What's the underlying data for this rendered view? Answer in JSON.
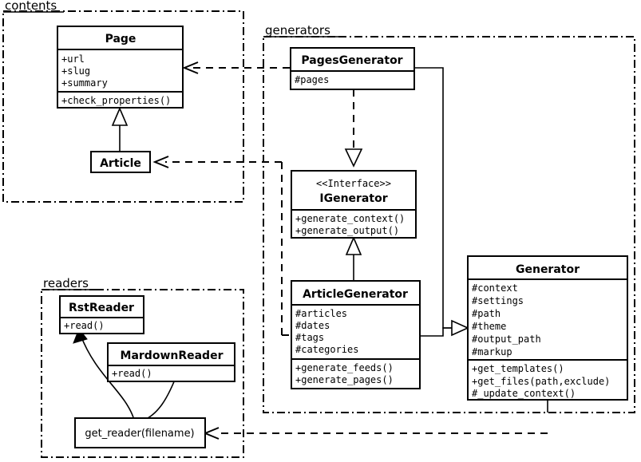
{
  "diagram": {
    "title": "Pelican architecture UML class diagram",
    "type": "uml-class-diagram",
    "background_color": "#ffffff",
    "line_color": "#000000"
  },
  "packages": [
    {
      "id": "contents",
      "label": "contents"
    },
    {
      "id": "generators",
      "label": "generators"
    },
    {
      "id": "readers",
      "label": "readers"
    }
  ],
  "classes": [
    {
      "id": "page",
      "package": "contents",
      "name": "Page",
      "stereotype": "",
      "attributes": [
        "+url",
        "+slug",
        "+summary"
      ],
      "methods": [
        "+check_properties()"
      ]
    },
    {
      "id": "article",
      "package": "contents",
      "name": "Article",
      "stereotype": "",
      "attributes": [],
      "methods": []
    },
    {
      "id": "pagesgenerator",
      "package": "generators",
      "name": "PagesGenerator",
      "stereotype": "",
      "attributes": [
        "#pages"
      ],
      "methods": []
    },
    {
      "id": "igenerator",
      "package": "generators",
      "name": "IGenerator",
      "stereotype": "<<Interface>>",
      "attributes": [],
      "methods": [
        "+generate_context()",
        "+generate_output()"
      ]
    },
    {
      "id": "articlegenerator",
      "package": "generators",
      "name": "ArticleGenerator",
      "stereotype": "",
      "attributes": [
        "#articles",
        "#dates",
        "#tags",
        "#categories"
      ],
      "methods": [
        "+generate_feeds()",
        "+generate_pages()"
      ]
    },
    {
      "id": "generator",
      "package": "generators",
      "name": "Generator",
      "stereotype": "",
      "attributes": [
        "#context",
        "#settings",
        "#path",
        "#theme",
        "#output_path",
        "#markup"
      ],
      "methods": [
        "+get_templates()",
        "+get_files(path,exclude)",
        "#_update_context()"
      ]
    },
    {
      "id": "rstreader",
      "package": "readers",
      "name": "RstReader",
      "stereotype": "",
      "attributes": [],
      "methods": [
        "+read()"
      ]
    },
    {
      "id": "mardownreader",
      "package": "readers",
      "name": "MardownReader",
      "stereotype": "",
      "attributes": [],
      "methods": [
        "+read()"
      ]
    }
  ],
  "functions": [
    {
      "id": "get_reader",
      "package": "readers",
      "label": "get_reader(filename)"
    }
  ],
  "relationships": [
    {
      "id": "rel-article-page",
      "from": "article",
      "to": "page",
      "type": "generalization",
      "style": "solid",
      "arrow": "hollow-triangle"
    },
    {
      "id": "rel-pagesgen-igen",
      "from": "pagesgenerator",
      "to": "igenerator",
      "type": "realization",
      "style": "dashed",
      "arrow": "hollow-triangle"
    },
    {
      "id": "rel-articlegen-igen",
      "from": "articlegenerator",
      "to": "igenerator",
      "type": "realization",
      "style": "solid",
      "arrow": "hollow-triangle"
    },
    {
      "id": "rel-pagesgen-generator",
      "from": "pagesgenerator",
      "to": "generator",
      "type": "generalization",
      "style": "solid",
      "arrow": "hollow-triangle"
    },
    {
      "id": "rel-articlegen-generator",
      "from": "articlegenerator",
      "to": "generator",
      "type": "generalization",
      "style": "solid",
      "arrow": "hollow-triangle"
    },
    {
      "id": "rel-pagesgen-page",
      "from": "pagesgenerator",
      "to": "page",
      "type": "dependency",
      "style": "dashed",
      "arrow": "open"
    },
    {
      "id": "rel-gen-article",
      "from": "generators",
      "to": "article",
      "type": "dependency",
      "style": "dashed",
      "arrow": "open"
    },
    {
      "id": "rel-generator-getreader",
      "from": "generator",
      "to": "get_reader",
      "type": "dependency",
      "style": "dashed",
      "arrow": "open"
    },
    {
      "id": "rel-getreader-rstreader",
      "from": "get_reader",
      "to": "rstreader",
      "type": "usage",
      "style": "curved-solid",
      "arrow": "filled"
    },
    {
      "id": "rel-getreader-mardownreader",
      "from": "get_reader",
      "to": "mardownreader",
      "type": "usage",
      "style": "curved-solid",
      "arrow": "filled"
    }
  ]
}
